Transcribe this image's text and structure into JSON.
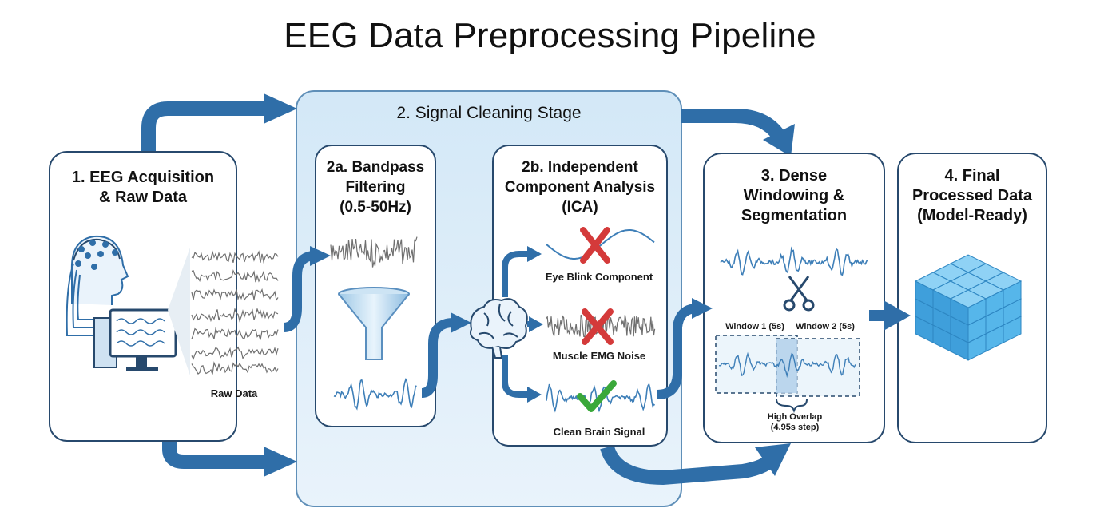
{
  "title": "EEG Data Preprocessing Pipeline",
  "stages": {
    "acquisition": {
      "title": "1. EEG Acquisition\n& Raw Data",
      "raw_label": "Raw Data"
    },
    "cleaning": {
      "title": "2. Signal Cleaning Stage",
      "bandpass": {
        "title": "2a. Bandpass\nFiltering\n(0.5-50Hz)"
      },
      "ica": {
        "title": "2b. Independent\nComponent Analysis\n(ICA)",
        "components": [
          {
            "label": "Eye Blink Component",
            "status": "rejected"
          },
          {
            "label": "Muscle EMG Noise",
            "status": "rejected"
          },
          {
            "label": "Clean Brain Signal",
            "status": "kept"
          }
        ]
      }
    },
    "windowing": {
      "title": "3. Dense\nWindowing &\nSegmentation",
      "window1": "Window 1 (5s)",
      "window2": "Window 2 (5s)",
      "overlap": "High Overlap\n(4.95s step)"
    },
    "final": {
      "title": "4. Final\nProcessed Data\n(Model-Ready)"
    }
  },
  "colors": {
    "arrow": "#2f6ea8",
    "panel_bg": "#dcecf8",
    "panel_border": "#5f8fb8",
    "box_border": "#27496d",
    "signal": "#3e7fb8",
    "noise": "#6f6f6f",
    "reject": "#d43a3a",
    "accept": "#3aa83a",
    "cube": "#4aa9df"
  }
}
